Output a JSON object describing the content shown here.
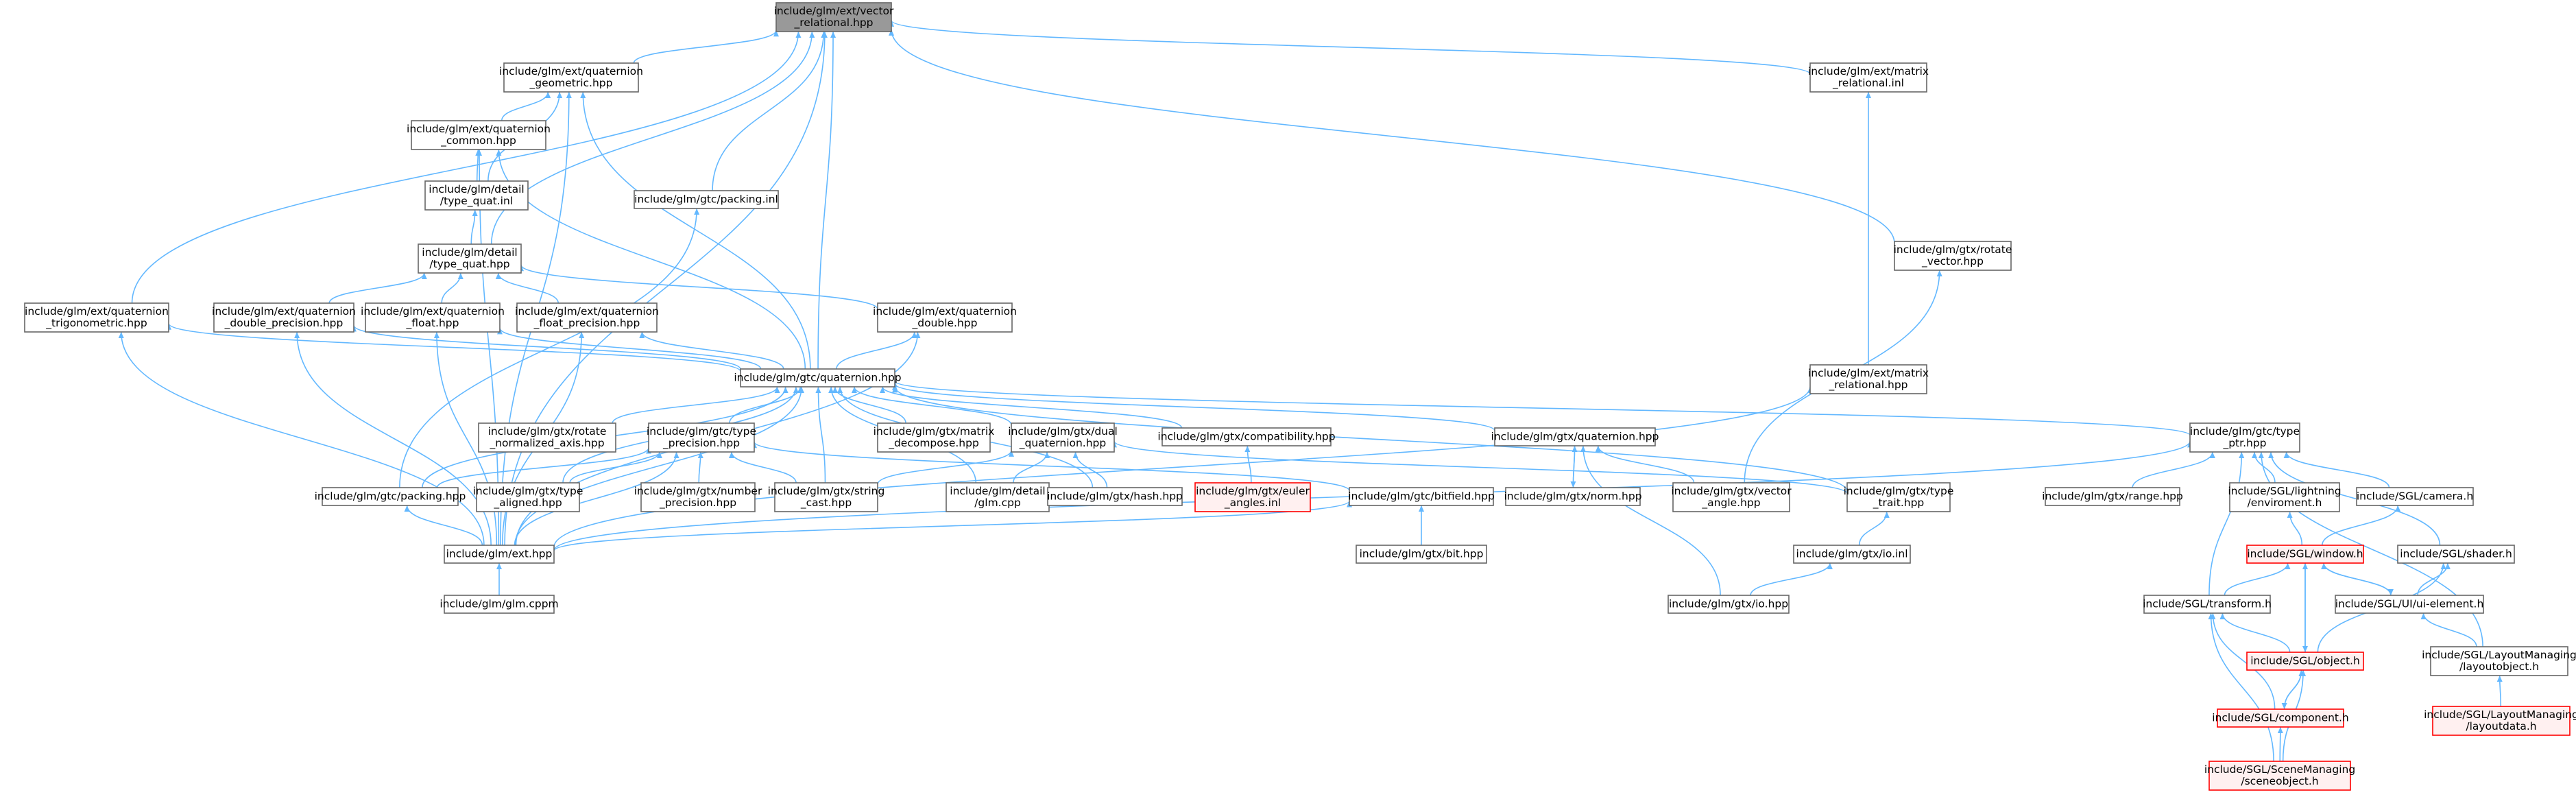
{
  "colors": {
    "edge": "#63b8ff",
    "node_fill": "#ffffff",
    "node_border": "#666666",
    "root_fill": "#999999",
    "root_border": "#666666",
    "missing_fill": "#fff0f0",
    "missing_border": "#ff0000",
    "text": "#000000"
  },
  "nodes": [
    {
      "id": "vector_relational",
      "style": "root",
      "lines": [
        "include/glm/ext/vector",
        "_relational.hpp"
      ]
    },
    {
      "id": "quat_geometric",
      "style": "normal",
      "lines": [
        "include/glm/ext/quaternion",
        "_geometric.hpp"
      ]
    },
    {
      "id": "matrix_relational_inl",
      "style": "normal",
      "lines": [
        "include/glm/ext/matrix",
        "_relational.inl"
      ]
    },
    {
      "id": "quat_common",
      "style": "normal",
      "lines": [
        "include/glm/ext/quaternion",
        "_common.hpp"
      ]
    },
    {
      "id": "type_quat_inl",
      "style": "normal",
      "lines": [
        "include/glm/detail",
        "/type_quat.inl"
      ]
    },
    {
      "id": "packing_inl",
      "style": "normal",
      "lines": [
        "include/glm/gtc/packing.inl"
      ]
    },
    {
      "id": "rotate_vector",
      "style": "normal",
      "lines": [
        "include/glm/gtx/rotate",
        "_vector.hpp"
      ]
    },
    {
      "id": "type_quat_hpp",
      "style": "normal",
      "lines": [
        "include/glm/detail",
        "/type_quat.hpp"
      ]
    },
    {
      "id": "quat_trig",
      "style": "normal",
      "lines": [
        "include/glm/ext/quaternion",
        "_trigonometric.hpp"
      ]
    },
    {
      "id": "quat_double_prec",
      "style": "normal",
      "lines": [
        "include/glm/ext/quaternion",
        "_double_precision.hpp"
      ]
    },
    {
      "id": "quat_float",
      "style": "normal",
      "lines": [
        "include/glm/ext/quaternion",
        "_float.hpp"
      ]
    },
    {
      "id": "quat_float_prec",
      "style": "normal",
      "lines": [
        "include/glm/ext/quaternion",
        "_float_precision.hpp"
      ]
    },
    {
      "id": "quat_double",
      "style": "normal",
      "lines": [
        "include/glm/ext/quaternion",
        "_double.hpp"
      ]
    },
    {
      "id": "matrix_relational_hpp",
      "style": "normal",
      "lines": [
        "include/glm/ext/matrix",
        "_relational.hpp"
      ]
    },
    {
      "id": "gtc_quaternion",
      "style": "normal",
      "lines": [
        "include/glm/gtc/quaternion.hpp"
      ]
    },
    {
      "id": "rotate_normalized",
      "style": "normal",
      "lines": [
        "include/glm/gtx/rotate",
        "_normalized_axis.hpp"
      ]
    },
    {
      "id": "gtc_type_precision",
      "style": "normal",
      "lines": [
        "include/glm/gtc/type",
        "_precision.hpp"
      ]
    },
    {
      "id": "matrix_decompose",
      "style": "normal",
      "lines": [
        "include/glm/gtx/matrix",
        "_decompose.hpp"
      ]
    },
    {
      "id": "dual_quaternion",
      "style": "normal",
      "lines": [
        "include/glm/gtx/dual",
        "_quaternion.hpp"
      ]
    },
    {
      "id": "compatibility",
      "style": "normal",
      "lines": [
        "include/glm/gtx/compatibility.hpp"
      ]
    },
    {
      "id": "gtx_quaternion",
      "style": "normal",
      "lines": [
        "include/glm/gtx/quaternion.hpp"
      ]
    },
    {
      "id": "gtc_type_ptr",
      "style": "normal",
      "lines": [
        "include/glm/gtc/type",
        "_ptr.hpp"
      ]
    },
    {
      "id": "gtc_packing_hpp",
      "style": "normal",
      "lines": [
        "include/glm/gtc/packing.hpp"
      ]
    },
    {
      "id": "type_aligned",
      "style": "normal",
      "lines": [
        "include/glm/gtx/type",
        "_aligned.hpp"
      ]
    },
    {
      "id": "number_precision",
      "style": "normal",
      "lines": [
        "include/glm/gtx/number",
        "_precision.hpp"
      ]
    },
    {
      "id": "string_cast",
      "style": "normal",
      "lines": [
        "include/glm/gtx/string",
        "_cast.hpp"
      ]
    },
    {
      "id": "glm_cpp",
      "style": "normal",
      "lines": [
        "include/glm/detail",
        "/glm.cpp"
      ]
    },
    {
      "id": "hash",
      "style": "normal",
      "lines": [
        "include/glm/gtx/hash.hpp"
      ]
    },
    {
      "id": "euler_angles_inl",
      "style": "missing",
      "lines": [
        "include/glm/gtx/euler",
        "_angles.inl"
      ]
    },
    {
      "id": "bitfield",
      "style": "normal",
      "lines": [
        "include/glm/gtc/bitfield.hpp"
      ]
    },
    {
      "id": "norm",
      "style": "normal",
      "lines": [
        "include/glm/gtx/norm.hpp"
      ]
    },
    {
      "id": "vector_angle",
      "style": "normal",
      "lines": [
        "include/glm/gtx/vector",
        "_angle.hpp"
      ]
    },
    {
      "id": "type_trait",
      "style": "normal",
      "lines": [
        "include/glm/gtx/type",
        "_trait.hpp"
      ]
    },
    {
      "id": "range",
      "style": "normal",
      "lines": [
        "include/glm/gtx/range.hpp"
      ]
    },
    {
      "id": "lightning_env",
      "style": "normal",
      "lines": [
        "include/SGL/lightning",
        "/enviroment.h"
      ]
    },
    {
      "id": "camera",
      "style": "normal",
      "lines": [
        "include/SGL/camera.h"
      ]
    },
    {
      "id": "ext_hpp",
      "style": "normal",
      "lines": [
        "include/glm/ext.hpp"
      ]
    },
    {
      "id": "gtx_bit",
      "style": "normal",
      "lines": [
        "include/glm/gtx/bit.hpp"
      ]
    },
    {
      "id": "io_inl",
      "style": "normal",
      "lines": [
        "include/glm/gtx/io.inl"
      ]
    },
    {
      "id": "window_h",
      "style": "missing",
      "lines": [
        "include/SGL/window.h"
      ]
    },
    {
      "id": "shader_h",
      "style": "normal",
      "lines": [
        "include/SGL/shader.h"
      ]
    },
    {
      "id": "glm_cppm",
      "style": "normal",
      "lines": [
        "include/glm/glm.cppm"
      ]
    },
    {
      "id": "io_hpp",
      "style": "normal",
      "lines": [
        "include/glm/gtx/io.hpp"
      ]
    },
    {
      "id": "transform_h",
      "style": "normal",
      "lines": [
        "include/SGL/transform.h"
      ]
    },
    {
      "id": "ui_element",
      "style": "normal",
      "lines": [
        "include/SGL/UI/ui-element.h"
      ]
    },
    {
      "id": "object_h",
      "style": "missing",
      "lines": [
        "include/SGL/object.h"
      ]
    },
    {
      "id": "layoutobject",
      "style": "normal",
      "lines": [
        "include/SGL/LayoutManaging",
        "/layoutobject.h"
      ]
    },
    {
      "id": "component_h",
      "style": "missing",
      "lines": [
        "include/SGL/component.h"
      ]
    },
    {
      "id": "layoutdata",
      "style": "missing",
      "lines": [
        "include/SGL/LayoutManaging",
        "/layoutdata.h"
      ]
    },
    {
      "id": "sceneobject",
      "style": "missing",
      "lines": [
        "include/SGL/SceneManaging",
        "/sceneobject.h"
      ]
    }
  ],
  "edges": [
    [
      "quat_geometric",
      "vector_relational"
    ],
    [
      "matrix_relational_inl",
      "vector_relational"
    ],
    [
      "type_quat_hpp",
      "vector_relational"
    ],
    [
      "packing_inl",
      "vector_relational"
    ],
    [
      "rotate_vector",
      "vector_relational"
    ],
    [
      "quat_trig",
      "vector_relational"
    ],
    [
      "gtc_quaternion",
      "vector_relational"
    ],
    [
      "ext_hpp",
      "vector_relational"
    ],
    [
      "quat_common",
      "quat_geometric"
    ],
    [
      "type_quat_inl",
      "quat_geometric"
    ],
    [
      "gtc_quaternion",
      "quat_geometric"
    ],
    [
      "ext_hpp",
      "quat_geometric"
    ],
    [
      "type_quat_inl",
      "quat_common"
    ],
    [
      "gtc_quaternion",
      "quat_common"
    ],
    [
      "ext_hpp",
      "quat_common"
    ],
    [
      "type_quat_hpp",
      "type_quat_inl"
    ],
    [
      "gtc_packing_hpp",
      "packing_inl"
    ],
    [
      "quat_double_prec",
      "type_quat_hpp"
    ],
    [
      "quat_float",
      "type_quat_hpp"
    ],
    [
      "quat_float_prec",
      "type_quat_hpp"
    ],
    [
      "quat_double",
      "type_quat_hpp"
    ],
    [
      "gtc_quaternion",
      "quat_trig"
    ],
    [
      "ext_hpp",
      "quat_trig"
    ],
    [
      "gtc_quaternion",
      "quat_double_prec"
    ],
    [
      "ext_hpp",
      "quat_double_prec"
    ],
    [
      "gtc_quaternion",
      "quat_float"
    ],
    [
      "ext_hpp",
      "quat_float"
    ],
    [
      "gtc_quaternion",
      "quat_float_prec"
    ],
    [
      "ext_hpp",
      "quat_float_prec"
    ],
    [
      "gtc_quaternion",
      "quat_double"
    ],
    [
      "ext_hpp",
      "quat_double"
    ],
    [
      "matrix_relational_hpp",
      "matrix_relational_inl"
    ],
    [
      "ext_hpp",
      "matrix_relational_hpp"
    ],
    [
      "vector_angle",
      "rotate_vector"
    ],
    [
      "rotate_normalized",
      "gtc_quaternion"
    ],
    [
      "gtc_type_precision",
      "gtc_quaternion"
    ],
    [
      "matrix_decompose",
      "gtc_quaternion"
    ],
    [
      "dual_quaternion",
      "gtc_quaternion"
    ],
    [
      "compatibility",
      "gtc_quaternion"
    ],
    [
      "gtx_quaternion",
      "gtc_quaternion"
    ],
    [
      "gtc_type_ptr",
      "gtc_quaternion"
    ],
    [
      "gtc_packing_hpp",
      "gtc_quaternion"
    ],
    [
      "type_aligned",
      "gtc_quaternion"
    ],
    [
      "string_cast",
      "gtc_quaternion"
    ],
    [
      "glm_cpp",
      "gtc_quaternion"
    ],
    [
      "hash",
      "gtc_quaternion"
    ],
    [
      "type_trait",
      "gtc_quaternion"
    ],
    [
      "ext_hpp",
      "gtc_quaternion"
    ],
    [
      "gtc_packing_hpp",
      "gtc_type_precision"
    ],
    [
      "type_aligned",
      "gtc_type_precision"
    ],
    [
      "number_precision",
      "gtc_type_precision"
    ],
    [
      "string_cast",
      "gtc_type_precision"
    ],
    [
      "bitfield",
      "gtc_type_precision"
    ],
    [
      "ext_hpp",
      "gtc_type_precision"
    ],
    [
      "string_cast",
      "dual_quaternion"
    ],
    [
      "glm_cpp",
      "dual_quaternion"
    ],
    [
      "hash",
      "dual_quaternion"
    ],
    [
      "type_trait",
      "dual_quaternion"
    ],
    [
      "euler_angles_inl",
      "compatibility"
    ],
    [
      "norm",
      "gtx_quaternion"
    ],
    [
      "vector_angle",
      "gtx_quaternion"
    ],
    [
      "io_hpp",
      "gtx_quaternion"
    ],
    [
      "gtx_quaternion",
      "norm"
    ],
    [
      "range",
      "gtc_type_ptr"
    ],
    [
      "lightning_env",
      "gtc_type_ptr"
    ],
    [
      "camera",
      "gtc_type_ptr"
    ],
    [
      "shader_h",
      "gtc_type_ptr"
    ],
    [
      "transform_h",
      "gtc_type_ptr"
    ],
    [
      "layoutobject",
      "gtc_type_ptr"
    ],
    [
      "ext_hpp",
      "gtc_type_ptr"
    ],
    [
      "ext_hpp",
      "gtc_packing_hpp"
    ],
    [
      "ext_hpp",
      "bitfield"
    ],
    [
      "gtx_bit",
      "bitfield"
    ],
    [
      "io_inl",
      "type_trait"
    ],
    [
      "io_hpp",
      "io_inl"
    ],
    [
      "glm_cppm",
      "ext_hpp"
    ],
    [
      "window_h",
      "lightning_env"
    ],
    [
      "window_h",
      "camera"
    ],
    [
      "ui_element",
      "shader_h"
    ],
    [
      "object_h",
      "shader_h"
    ],
    [
      "transform_h",
      "window_h"
    ],
    [
      "ui_element",
      "window_h"
    ],
    [
      "object_h",
      "window_h"
    ],
    [
      "window_h",
      "ui_element"
    ],
    [
      "layoutobject",
      "ui_element"
    ],
    [
      "window_h",
      "object_h"
    ],
    [
      "component_h",
      "object_h"
    ],
    [
      "object_h",
      "transform_h"
    ],
    [
      "component_h",
      "transform_h"
    ],
    [
      "sceneobject",
      "transform_h"
    ],
    [
      "object_h",
      "component_h"
    ],
    [
      "sceneobject",
      "object_h"
    ],
    [
      "sceneobject",
      "component_h"
    ],
    [
      "layoutdata",
      "layoutobject"
    ]
  ]
}
